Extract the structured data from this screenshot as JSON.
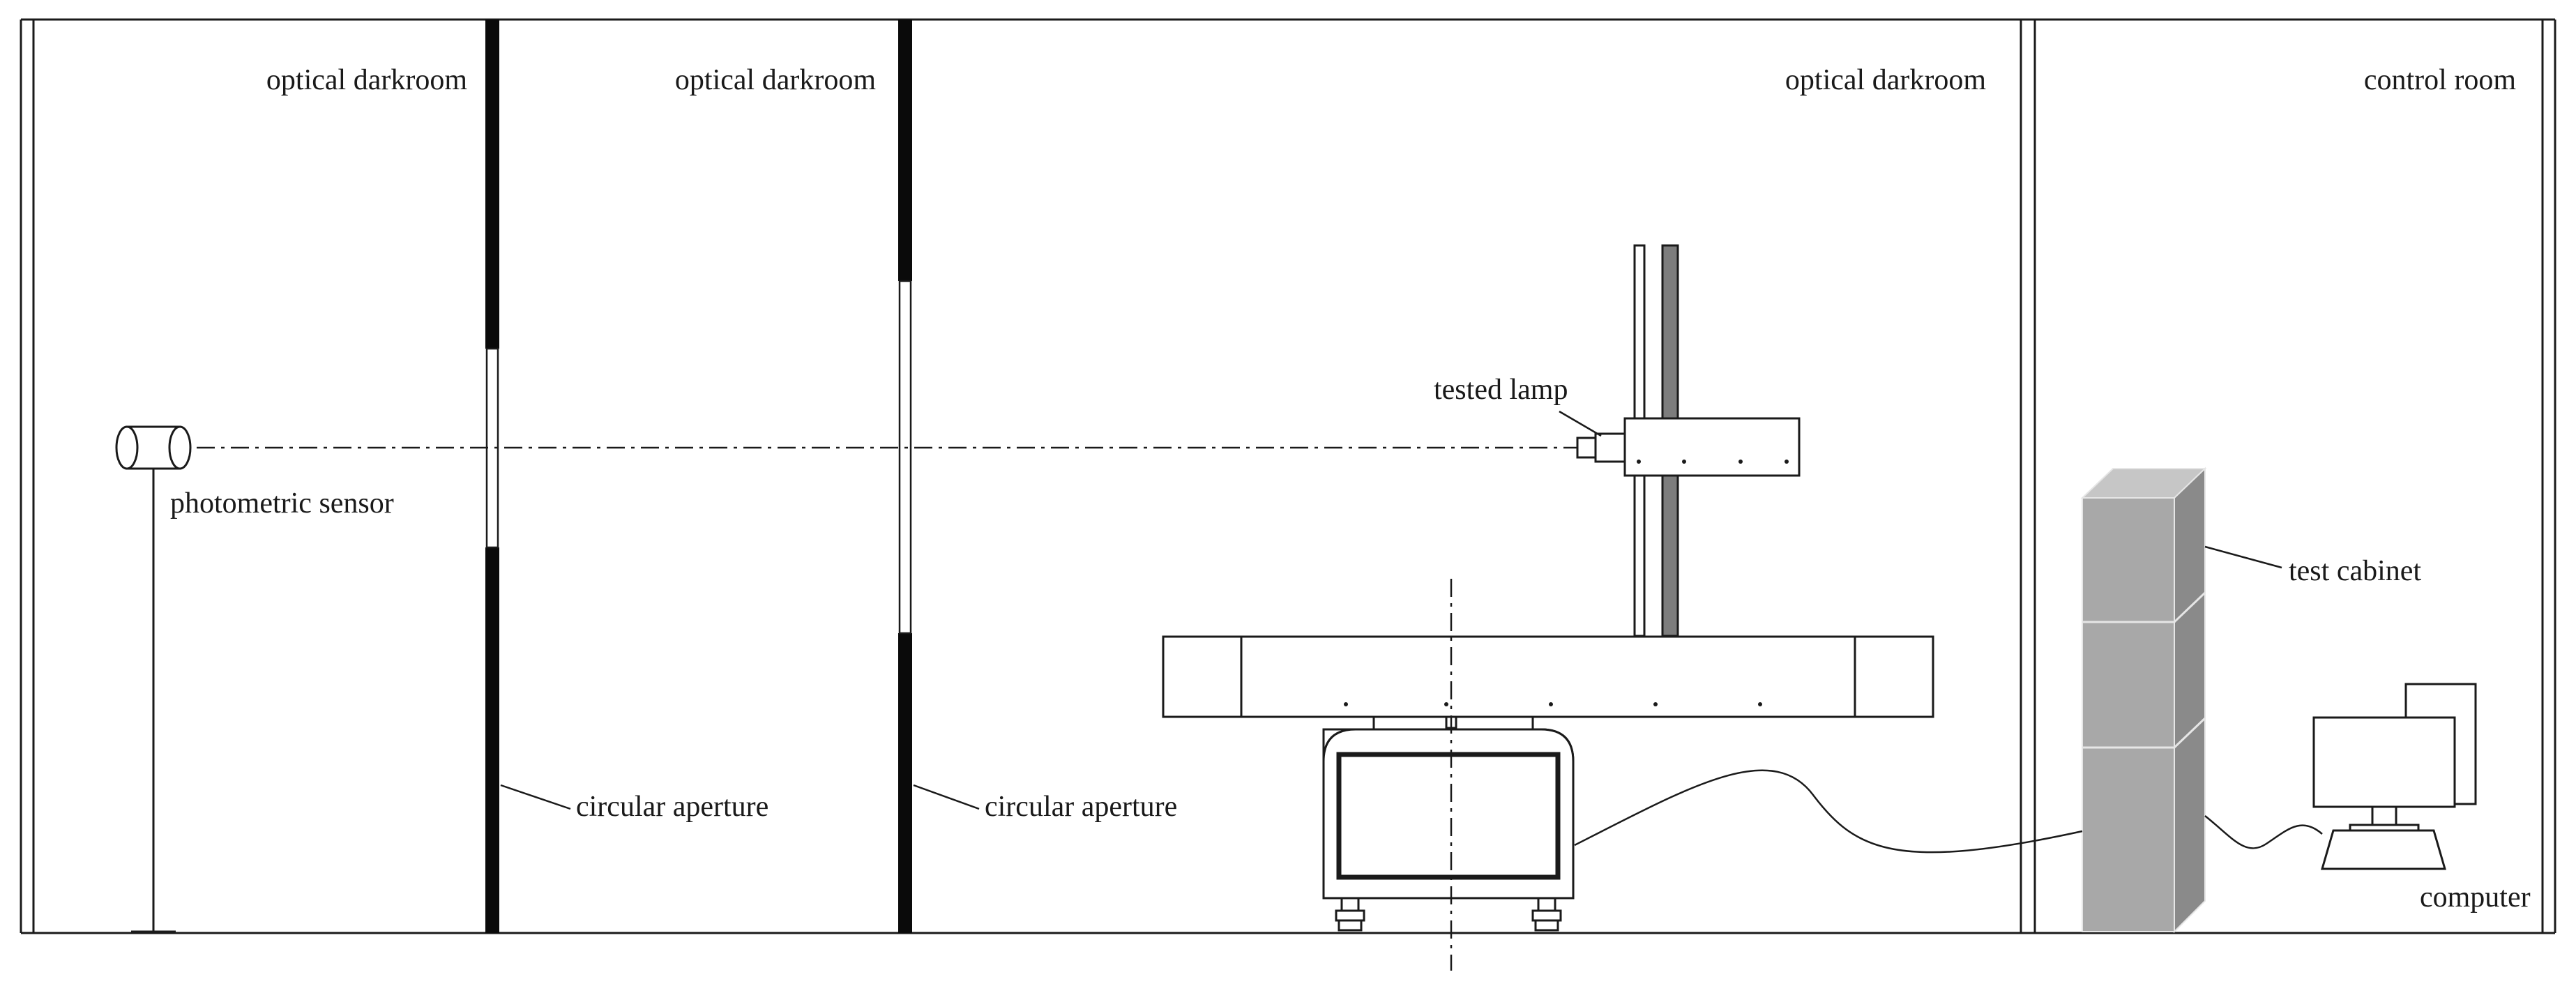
{
  "rooms": [
    {
      "id": "room1",
      "label": "optical darkroom"
    },
    {
      "id": "room2",
      "label": "optical darkroom"
    },
    {
      "id": "room3",
      "label": "optical darkroom"
    },
    {
      "id": "room4",
      "label": "control room"
    }
  ],
  "labels": {
    "photometric_sensor": "photometric sensor",
    "aperture_1": "circular aperture",
    "aperture_2": "circular aperture",
    "tested_lamp": "tested lamp",
    "test_cabinet": "test cabinet",
    "computer": "computer"
  },
  "colors": {
    "line": "#1a1a1a",
    "wall": "#0a0a0a",
    "cabinet_front": "#a8a8a8",
    "cabinet_top": "#c6c6c6",
    "cabinet_side": "#8a8a8a"
  }
}
